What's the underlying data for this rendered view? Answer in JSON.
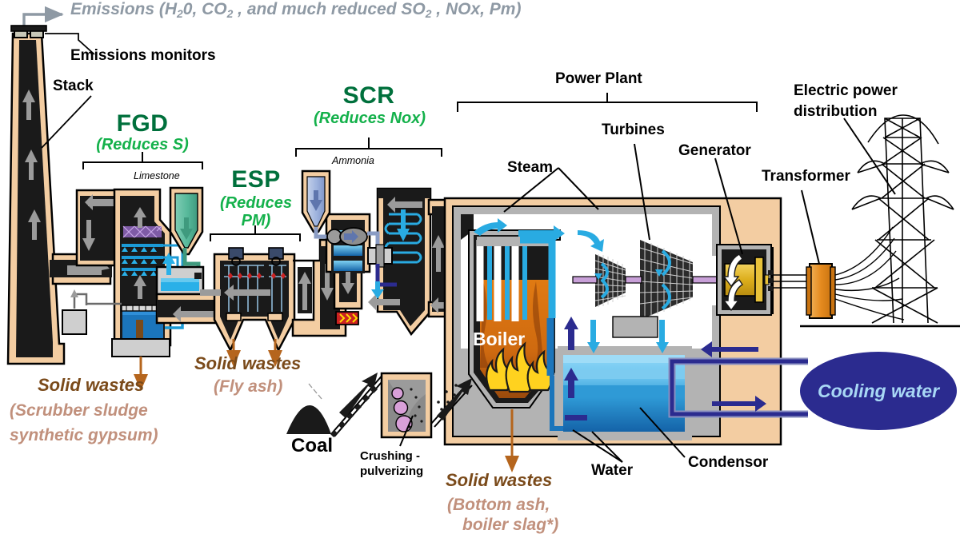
{
  "diagram": {
    "title": "Coal-fired power plant with emission controls",
    "emissions_banner": {
      "prefix": "Emissions (H",
      "sub1": "2",
      "mid1": "0, CO",
      "sub2": "2",
      "mid2": " , and much reduced SO",
      "sub3": "2",
      "suffix": " , NOx, Pm)"
    },
    "labels": {
      "emissions_monitors": "Emissions monitors",
      "stack": "Stack",
      "limestone": "Limestone",
      "ammonia": "Ammonia",
      "power_plant": "Power Plant",
      "turbines": "Turbines",
      "generator": "Generator",
      "transformer": "Transformer",
      "electric_power_distribution_line1": "Electric power",
      "electric_power_distribution_line2": "distribution",
      "steam": "Steam",
      "boiler": "Boiler",
      "coal": "Coal",
      "crushing_line1": "Crushing -",
      "crushing_line2": "pulverizing",
      "water": "Water",
      "condensor": "Condensor",
      "cooling_water": "Cooling water"
    },
    "modules": [
      {
        "id": "fgd",
        "name": "FGD",
        "sub": "(Reduces S)"
      },
      {
        "id": "esp",
        "name": "ESP",
        "sub_line1": "(Reduces",
        "sub_line2": "PM)"
      },
      {
        "id": "scr",
        "name": "SCR",
        "sub": "(Reduces Nox)"
      }
    ],
    "wastes": [
      {
        "id": "scrubber",
        "title": "Solid wastes",
        "detail_line1": "(Scrubber sludge",
        "detail_line2": "synthetic gypsum)"
      },
      {
        "id": "flyash",
        "title": "Solid wastes",
        "detail_line1": "(Fly ash)"
      },
      {
        "id": "bottomash",
        "title": "Solid wastes",
        "detail_line1": "(Bottom ash,",
        "detail_line2": "boiler slag*)"
      }
    ],
    "colors": {
      "emissions_gray": "#8e99a4",
      "module_green_dark": "#00703c",
      "module_green_light": "#14b14b",
      "waste_brown": "#7a4a1a",
      "waste_tan": "#c1907c",
      "arrow_brown": "#b5651d",
      "duct_tan": "#f3cda2",
      "duct_black": "#1a1a1a",
      "steam_blue": "#29abe2",
      "water_blue": "#1b75bb",
      "cooling_navy": "#2b2b8f",
      "cooling_text": "#a8d8f5",
      "generator_gold": "#e0b020",
      "transformer_orange": "#e58b1f",
      "gray_arrow": "#9b9b9b",
      "limestone_green": "#57b89a",
      "ammonia_blue": "#9db2dd"
    }
  }
}
